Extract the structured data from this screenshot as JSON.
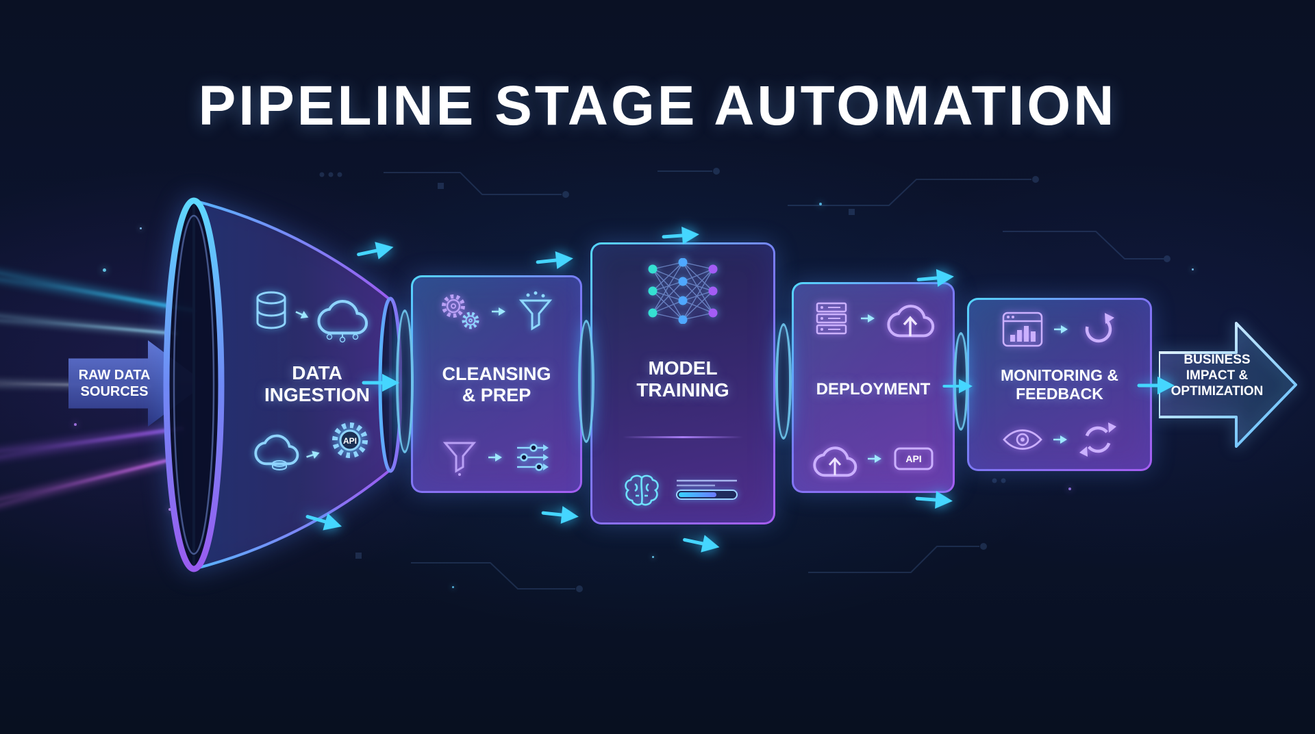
{
  "title": "PIPELINE STAGE AUTOMATION",
  "input_arrow": {
    "label": "RAW DATA SOURCES"
  },
  "output_arrow": {
    "label": "BUSINESS IMPACT & OPTIMIZATION"
  },
  "stages": [
    {
      "name": "data-ingestion",
      "label": "DATA INGESTION",
      "api_badge": "API",
      "icons": [
        "database-icon",
        "cloud-network-icon",
        "cloud-database-icon",
        "gear-api-icon"
      ]
    },
    {
      "name": "cleansing-prep",
      "label": "CLEANSING & PREP",
      "icons": [
        "gears-icon",
        "filter-funnel-icon",
        "funnel-icon",
        "sliders-icon"
      ]
    },
    {
      "name": "model-training",
      "label": "MODEL TRAINING",
      "icons": [
        "neural-network-icon",
        "brain-icon",
        "progress-bar-icon"
      ]
    },
    {
      "name": "deployment",
      "label": "DEPLOYMENT",
      "api_badge": "API",
      "icons": [
        "server-icon",
        "cloud-upload-icon",
        "cloud-arrow-icon",
        "api-box-icon"
      ]
    },
    {
      "name": "monitoring-feedback",
      "label": "MONITORING & FEEDBACK",
      "icons": [
        "analytics-window-icon",
        "refresh-icon",
        "eye-icon",
        "cycle-arrows-icon"
      ]
    }
  ],
  "colors": {
    "background": "#0b1228",
    "cyan": "#45d6ff",
    "purple": "#9a5cf0",
    "text": "#ffffff"
  }
}
